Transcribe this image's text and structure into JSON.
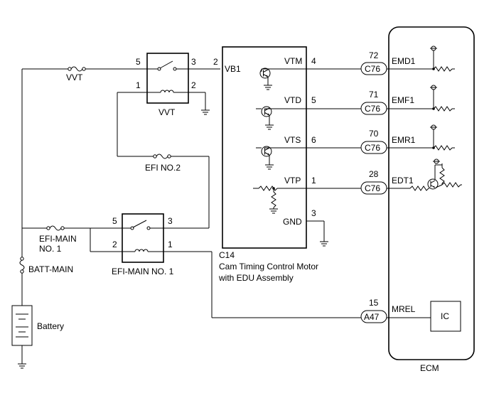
{
  "fuses": {
    "vvt": "VVT",
    "efi_no2": "EFI NO.2",
    "efi_main_no1_line1": "EFI-MAIN",
    "efi_main_no1_line2": "NO. 1",
    "batt_main": "BATT-MAIN"
  },
  "relay_vvt": {
    "label": "VVT",
    "pins": {
      "p5": "5",
      "p3": "3",
      "p1": "1",
      "p2": "2"
    }
  },
  "relay_efi": {
    "label": "EFI-MAIN NO. 1",
    "pins": {
      "p5": "5",
      "p3": "3",
      "p2": "2",
      "p1": "1"
    }
  },
  "battery": {
    "label": "Battery"
  },
  "component": {
    "code": "C14",
    "name_line1": "Cam Timing Control Motor",
    "name_line2": "with EDU Assembly",
    "vb1": {
      "pin": "2",
      "label": "VB1"
    },
    "gnd": {
      "pin": "3",
      "label": "GND"
    },
    "terminals": [
      {
        "label": "VTM",
        "pin": "4"
      },
      {
        "label": "VTD",
        "pin": "5"
      },
      {
        "label": "VTS",
        "pin": "6"
      },
      {
        "label": "VTP",
        "pin": "1"
      }
    ]
  },
  "connectors": [
    {
      "code": "C76",
      "pin": "72",
      "ecm_terminal": "EMD1"
    },
    {
      "code": "C76",
      "pin": "71",
      "ecm_terminal": "EMF1"
    },
    {
      "code": "C76",
      "pin": "70",
      "ecm_terminal": "EMR1"
    },
    {
      "code": "C76",
      "pin": "28",
      "ecm_terminal": "EDT1"
    }
  ],
  "mrel": {
    "code": "A47",
    "pin": "15",
    "ecm_terminal": "MREL"
  },
  "ecm": {
    "label": "ECM",
    "ic_label": "IC"
  }
}
